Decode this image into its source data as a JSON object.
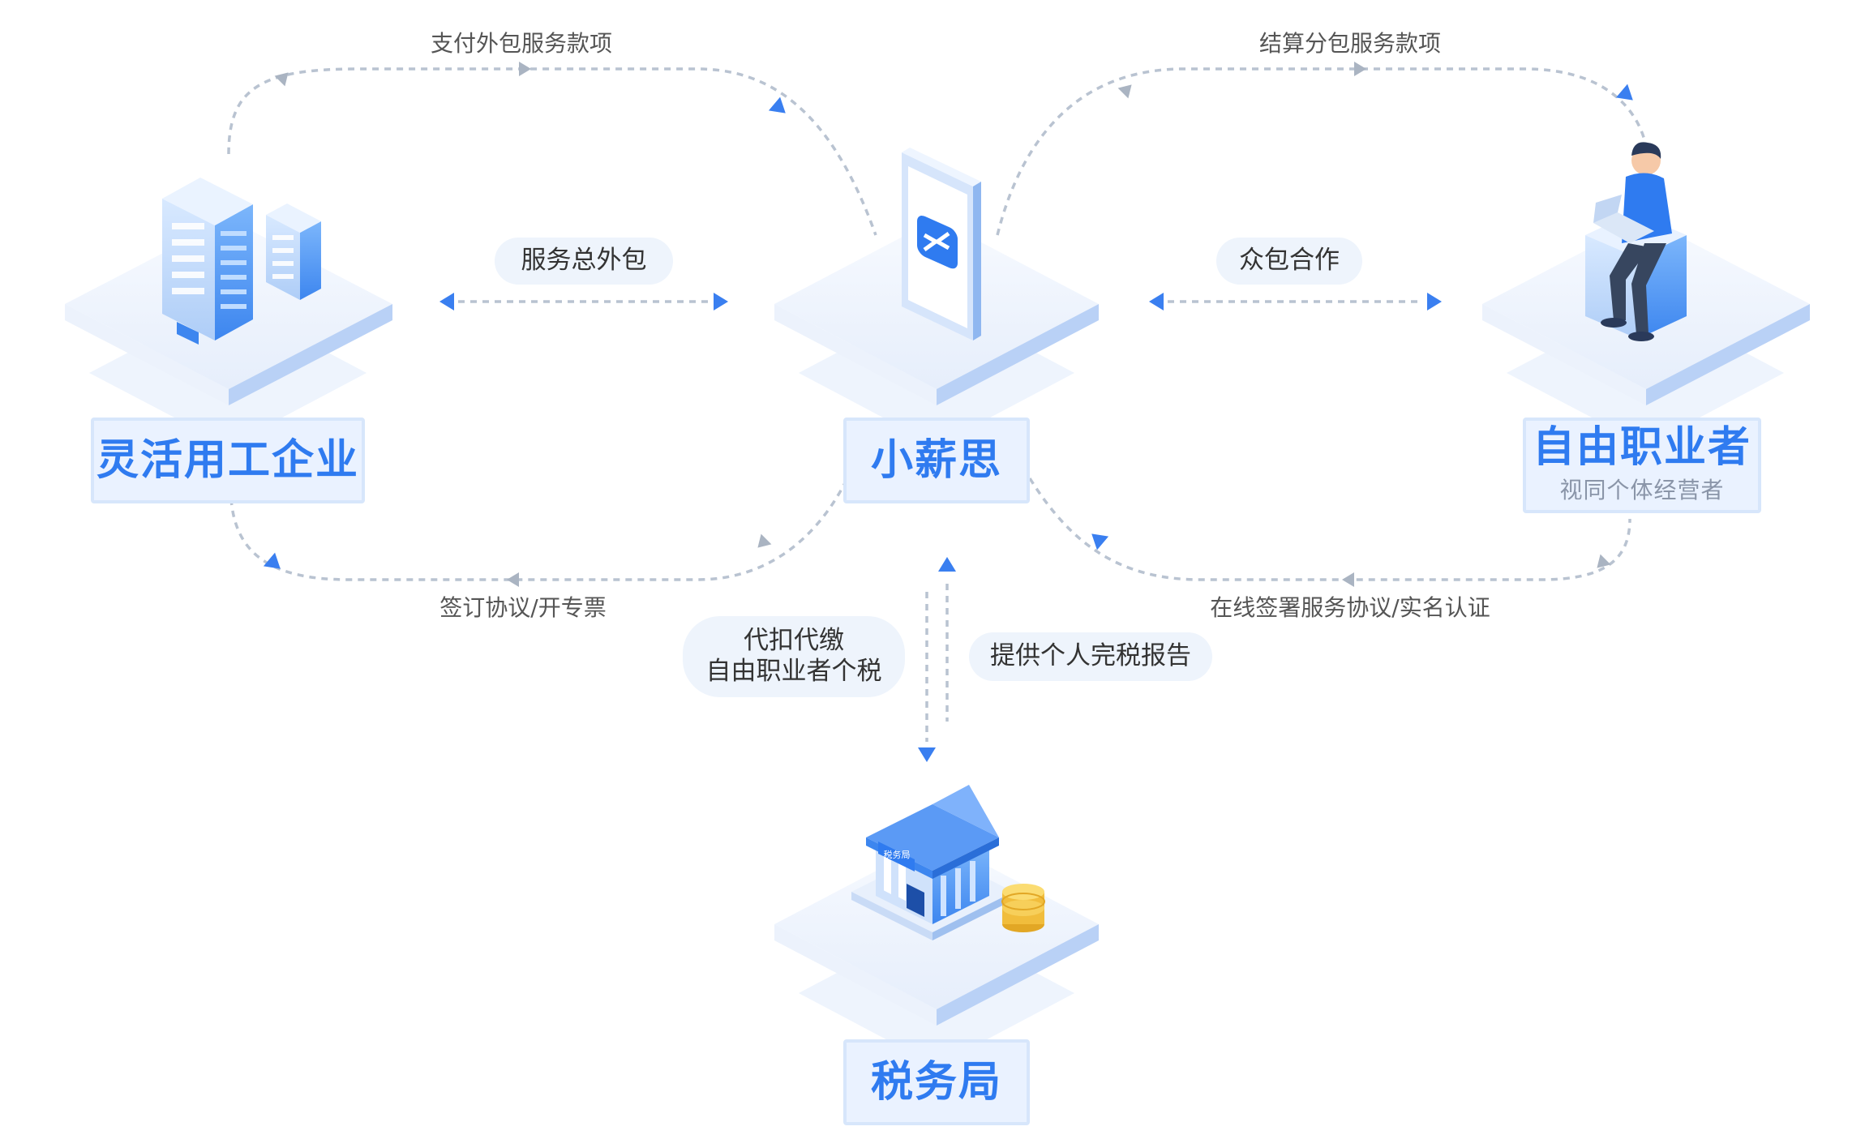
{
  "nodes": {
    "enterprise": {
      "label": "灵活用工企业"
    },
    "platform": {
      "label": "小薪思"
    },
    "freelancer": {
      "label": "自由职业者",
      "sublabel": "视同个体经营者"
    },
    "tax_bureau": {
      "label": "税务局",
      "sign_text": "税务局"
    }
  },
  "flows": {
    "pay_outsourcing_fee": "支付外包服务款项",
    "settle_subcontract_fee": "结算分包服务款项",
    "service_outsourcing": "服务总外包",
    "crowdsourcing": "众包合作",
    "sign_agreement_invoice": "签订协议/开专票",
    "online_sign_verify": "在线签署服务协议/实名认证",
    "withhold_tax": "代扣代缴\n自由职业者个税",
    "tax_report": "提供个人完税报告"
  },
  "colors": {
    "accent": "#2f7bf0",
    "flow_line": "#b9c3d1",
    "arrow": "#3a7ff0",
    "platform_base": "#e3ecfb",
    "label_bg": "#eaf2ff"
  }
}
